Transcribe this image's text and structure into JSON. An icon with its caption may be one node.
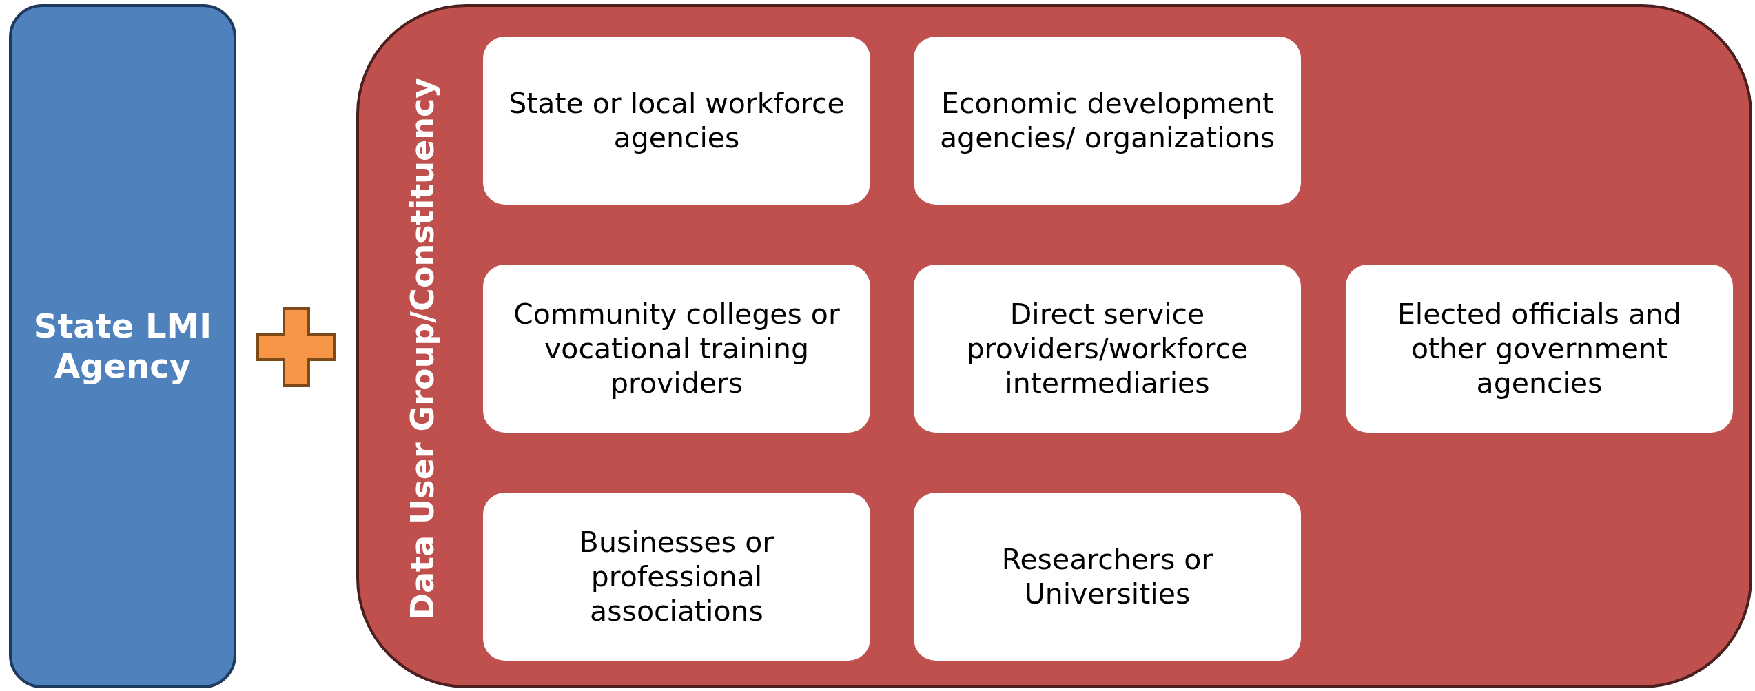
{
  "diagram": {
    "nodes": [
      {
        "text": [
          "State LMI Agency"
        ]
      },
      {
        "text": [
          "Data User Group/Constituency"
        ]
      },
      {
        "text": [
          "State or local workforce agencies"
        ],
        "in": 1
      },
      {
        "text": [
          "Economic development agencies/ organizations"
        ],
        "in": 1
      },
      {
        "text": [
          "Community colleges or vocational training providers"
        ],
        "in": 1
      },
      {
        "text": [
          "Direct service providers/workforce intermediaries"
        ],
        "in": 1
      },
      {
        "text": [
          "Elected officials and other government agencies"
        ],
        "in": 1
      },
      {
        "text": [
          "Businesses or professional associations"
        ],
        "in": 1
      },
      {
        "text": [
          "Researchers or Universities"
        ],
        "in": 1
      }
    ]
  }
}
